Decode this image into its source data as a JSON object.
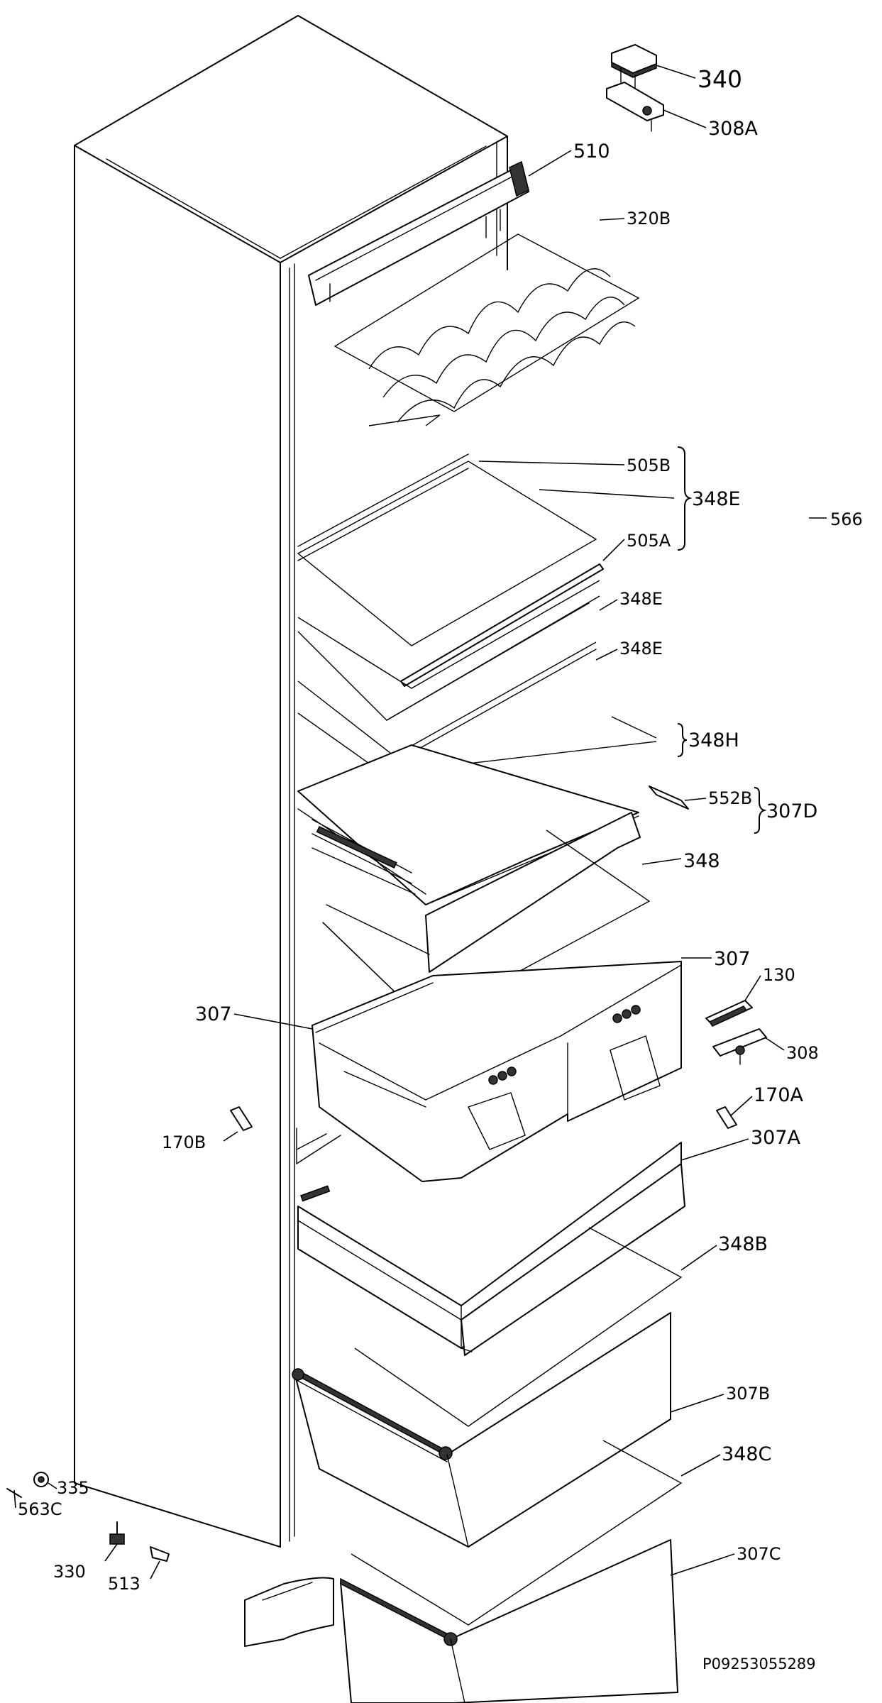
{
  "diagram_code": "P09253055289",
  "parts": {
    "p340": "340",
    "p308A": "308A",
    "p510": "510",
    "p320B": "320B",
    "p505B": "505B",
    "p348E_group": "348E",
    "p505A": "505A",
    "p566": "566",
    "p348E_1": "348E",
    "p348E_2": "348E",
    "p348H": "348H",
    "p552B": "552B",
    "p307D": "307D",
    "p348": "348",
    "p307_right": "307",
    "p307_left": "307",
    "p130": "130",
    "p308": "308",
    "p170A": "170A",
    "p170B": "170B",
    "p307A": "307A",
    "p348B": "348B",
    "p307B": "307B",
    "p348C": "348C",
    "p307C": "307C",
    "p335": "335",
    "p563C": "563C",
    "p330": "330",
    "p513": "513"
  }
}
